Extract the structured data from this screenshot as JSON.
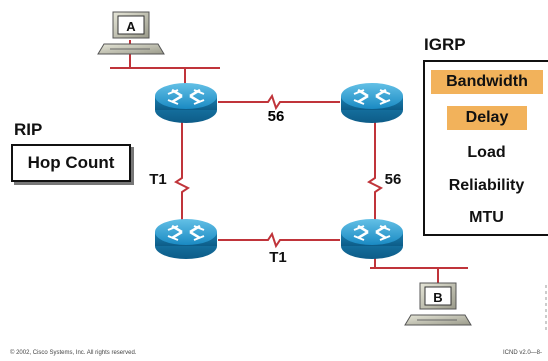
{
  "hosts": {
    "a": "A",
    "b": "B"
  },
  "links": {
    "top": "56",
    "right": "56",
    "left": "T1",
    "bottom": "T1"
  },
  "rip": {
    "title": "RIP",
    "metric": "Hop Count"
  },
  "igrp": {
    "title": "IGRP",
    "metrics": [
      "Bandwidth",
      "Delay",
      "Load",
      "Reliability",
      "MTU"
    ]
  },
  "footer": {
    "left": "© 2002, Cisco Systems, Inc. All rights reserved.",
    "right": "ICND v2.0—8-"
  },
  "colors": {
    "highlight": "#f2b25b",
    "router": "#1b7fb0",
    "link": "#c0343a"
  }
}
